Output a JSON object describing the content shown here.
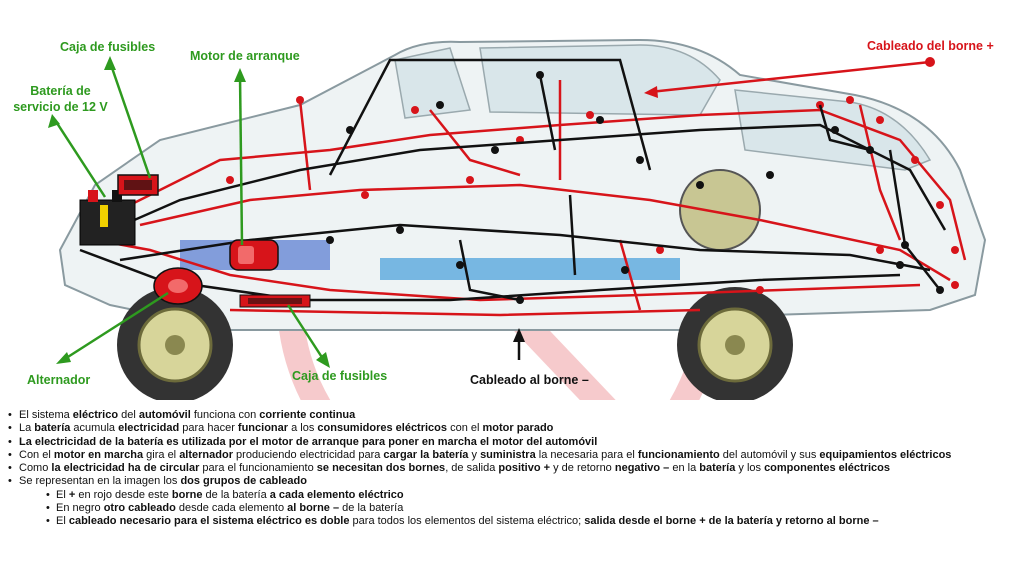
{
  "labels": {
    "caja_fusibles_top": "Caja de fusibles",
    "motor_arranque": "Motor de arranque",
    "cableado_positivo": "Cableado del borne +",
    "bateria": "Batería de servicio de 12 V",
    "alternador": "Alternador",
    "caja_fusibles_bottom": "Caja de fusibles",
    "cableado_negativo": "Cableado al borne –"
  },
  "colors": {
    "green": "#2e9a1f",
    "red": "#d7141a",
    "black": "#111111",
    "blue": "#2a6bd6"
  },
  "notes": [
    {
      "level": 1,
      "parts": [
        {
          "t": "El sistema ",
          "b": false
        },
        {
          "t": "eléctrico",
          "b": true
        },
        {
          "t": " del ",
          "b": false
        },
        {
          "t": "automóvil",
          "b": true
        },
        {
          "t": " funciona con ",
          "b": false
        },
        {
          "t": "corriente continua",
          "b": true
        }
      ]
    },
    {
      "level": 1,
      "parts": [
        {
          "t": "La ",
          "b": false
        },
        {
          "t": "batería",
          "b": true
        },
        {
          "t": " acumula ",
          "b": false
        },
        {
          "t": "electricidad",
          "b": true
        },
        {
          "t": " para hacer ",
          "b": false
        },
        {
          "t": "funcionar",
          "b": true
        },
        {
          "t": " a los ",
          "b": false
        },
        {
          "t": "consumidores eléctricos",
          "b": true
        },
        {
          "t": " con el ",
          "b": false
        },
        {
          "t": "motor parado",
          "b": true
        }
      ]
    },
    {
      "level": 1,
      "parts": [
        {
          "t": "La electricidad de la batería es utilizada por el motor de arranque para poner en marcha",
          "b": true
        },
        {
          "t": " ",
          "b": false
        },
        {
          "t": "el motor del automóvil",
          "b": true
        }
      ]
    },
    {
      "level": 1,
      "parts": [
        {
          "t": "Con el ",
          "b": false
        },
        {
          "t": "motor en marcha",
          "b": true
        },
        {
          "t": " gira el ",
          "b": false
        },
        {
          "t": "alternador",
          "b": true
        },
        {
          "t": " produciendo electricidad para ",
          "b": false
        },
        {
          "t": "cargar",
          "b": true
        },
        {
          "t": " ",
          "b": false
        },
        {
          "t": "la batería",
          "b": true
        },
        {
          "t": " y ",
          "b": false
        },
        {
          "t": "suministra",
          "b": true
        },
        {
          "t": " la necesaria para el ",
          "b": false
        },
        {
          "t": "funcionamiento",
          "b": true
        },
        {
          "t": " del automóvil y sus ",
          "b": false
        },
        {
          "t": "equipamientos eléctricos",
          "b": true
        }
      ]
    },
    {
      "level": 1,
      "parts": [
        {
          "t": "Como ",
          "b": false
        },
        {
          "t": "la electricidad ha de circular",
          "b": true
        },
        {
          "t": " para el funcionamiento ",
          "b": false
        },
        {
          "t": "se necesitan dos bornes",
          "b": true
        },
        {
          "t": ", de salida ",
          "b": false
        },
        {
          "t": "positivo +",
          "b": true
        },
        {
          "t": " y de retorno ",
          "b": false
        },
        {
          "t": "negativo –",
          "b": true
        },
        {
          "t": " en la ",
          "b": false
        },
        {
          "t": "batería",
          "b": true
        },
        {
          "t": " y los ",
          "b": false
        },
        {
          "t": "componentes eléctricos",
          "b": true
        }
      ]
    },
    {
      "level": 1,
      "parts": [
        {
          "t": "Se representan en la imagen los ",
          "b": false
        },
        {
          "t": "dos grupos de cableado",
          "b": true
        }
      ]
    },
    {
      "level": 2,
      "parts": [
        {
          "t": "El ",
          "b": false
        },
        {
          "t": "+",
          "b": true
        },
        {
          "t": " en rojo desde este ",
          "b": false
        },
        {
          "t": "borne",
          "b": true
        },
        {
          "t": " de la batería ",
          "b": false
        },
        {
          "t": "a cada elemento eléctrico",
          "b": true
        }
      ]
    },
    {
      "level": 2,
      "parts": [
        {
          "t": "En negro ",
          "b": false
        },
        {
          "t": "otro cableado",
          "b": true
        },
        {
          "t": " desde cada elemento ",
          "b": false
        },
        {
          "t": "al borne –",
          "b": true
        },
        {
          "t": " de la batería",
          "b": false
        }
      ]
    },
    {
      "level": 2,
      "parts": [
        {
          "t": "El ",
          "b": false
        },
        {
          "t": "cableado necesario para el sistema eléctrico es doble",
          "b": true
        },
        {
          "t": " para todos los elementos del sistema eléctrico; ",
          "b": false
        },
        {
          "t": "salida desde el borne + de la batería y retorno al borne –",
          "b": true
        }
      ]
    }
  ]
}
